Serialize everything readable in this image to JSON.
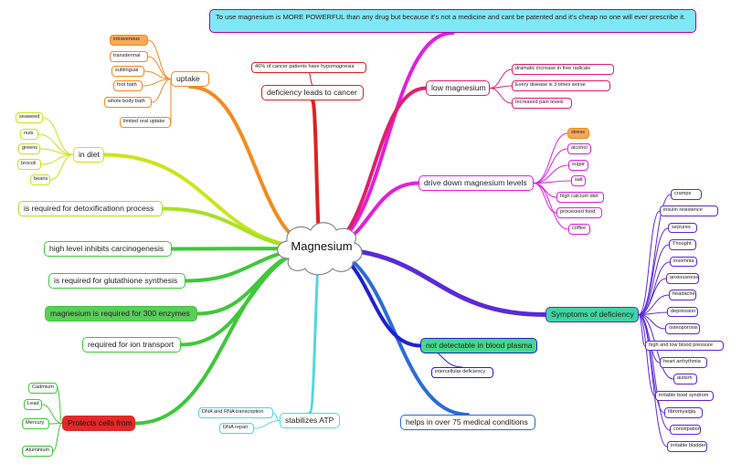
{
  "center": {
    "label": "Magnesium"
  },
  "top_banner": "To use magnesium is MORE POWERFUL than any drug but because it's not a medicine and cant be patented and it's cheap no one will ever prescribe it.",
  "cancer": {
    "label": "deficiency leads to cancer",
    "note": "46% of cancer patients have hypomagnesia"
  },
  "uptake": {
    "label": "uptake",
    "items": [
      "intravenous",
      "transdermal",
      "sublingual",
      "foot bath",
      "whole body bath",
      "limited oral uptake"
    ]
  },
  "diet": {
    "label": "in diet",
    "items": [
      "seaweed",
      "nuts",
      "greens",
      "brocoli",
      "beans"
    ]
  },
  "left_facts": {
    "detox": "is required for detoxificationn process",
    "carcinogenesis": "high level inhibits carcinogenesis",
    "glutathione": "is required for glutathione synthesis",
    "enzymes": "magnesium is required for 300 enzymes",
    "ion": "required for ion transport"
  },
  "protects": {
    "label": "Protects cells from",
    "items": [
      "Cadmium",
      "Lead",
      "Mercury",
      "Aluminium"
    ]
  },
  "atp": {
    "label": "stabilizes ATP",
    "items": [
      "DNA and RNA transcription",
      "DNA repair"
    ]
  },
  "conditions": {
    "label": "helps in over 75 medical conditions"
  },
  "plasma": {
    "label": "not detectable in blood plasma",
    "items": [
      "intercellular deficiency"
    ]
  },
  "low": {
    "label": "low magnesium",
    "items": [
      "dramatic increase in free radicals",
      "Every disease is 3 times worse",
      "Increased pain levels"
    ]
  },
  "drive": {
    "label": "drive down magnesium levels",
    "items": [
      "stress",
      "alcohol",
      "sugar",
      "salt",
      "high calcium diet",
      "processed food",
      "coffee"
    ]
  },
  "symptoms": {
    "label": "Symptoms of deficiency",
    "items": [
      "cramps",
      "insulin resistence",
      "seizures",
      "Thought",
      "insomnia",
      "anxiousness",
      "headache",
      "depression",
      "osteoporosis",
      "high and low blood pressure",
      "heart arrhythmia",
      "autism",
      "irritable bowl syndrom",
      "fibromyalgia",
      "constipation",
      "irritable bladder"
    ]
  },
  "colors": {
    "banner_fill": "#7fe8f5",
    "banner_border": "#b000b0",
    "uptake": "#f58a1f",
    "diet": "#c9e619",
    "detox": "#a8e02a",
    "green": "#3fc83a",
    "enzymes_fill": "#5ccd5c",
    "protects": "#e02a2a",
    "atp": "#4fd8e0",
    "conditions": "#2a6cd8",
    "plasma": "#2020d0",
    "plasma_fill": "#44d98a",
    "symptoms": "#5b2ad8",
    "symptoms_fill": "#3fd4a4",
    "drive": "#e020e0",
    "low": "#e0206a",
    "cancer": "#e02020",
    "stress_fill": "#f5a95a"
  }
}
